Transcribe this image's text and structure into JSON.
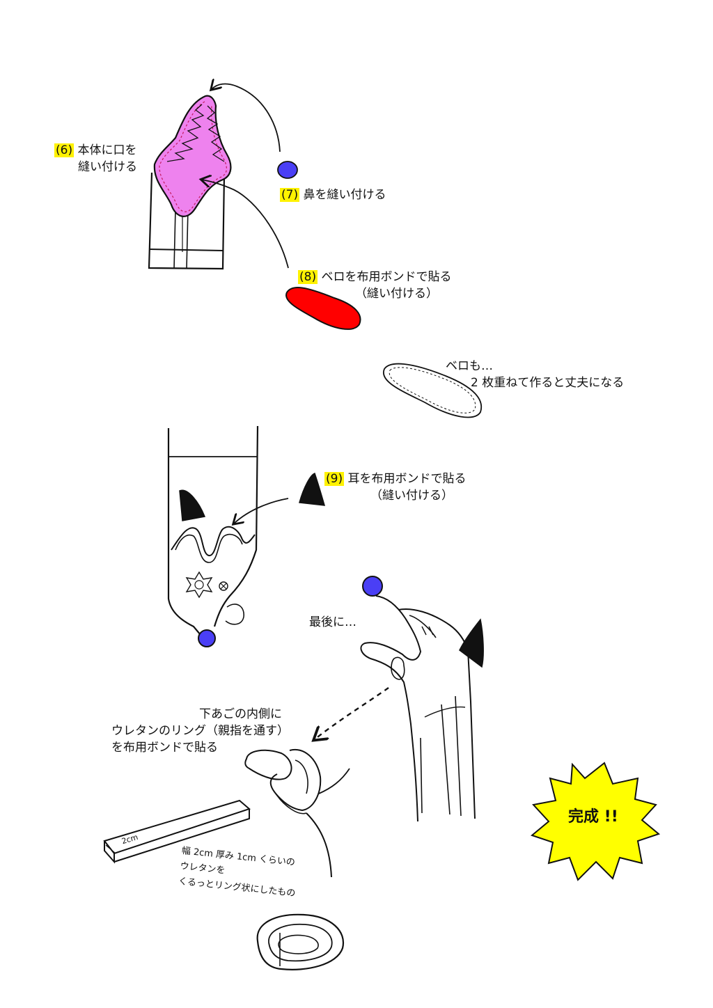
{
  "steps": {
    "s6": {
      "num": "(6)",
      "line1": "本体に口を",
      "line2": "縫い付ける"
    },
    "s7": {
      "num": "(7)",
      "text": "鼻を縫い付ける"
    },
    "s8": {
      "num": "(8)",
      "text": "ベロを布用ボンドで貼る",
      "sub": "（縫い付ける）"
    },
    "s9": {
      "num": "(9)",
      "text": "耳を布用ボンドで貼る",
      "sub": "（縫い付ける）"
    }
  },
  "tongue_note": {
    "line1": "ベロも…",
    "line2": "2 枚重ねて作ると丈夫になる"
  },
  "finally": "最後に…",
  "ring_note": {
    "line1": "下あごの内側に",
    "line2": "ウレタンのリング（親指を通す）",
    "line3": "を布用ボンドで貼る"
  },
  "urethane_note": {
    "line1": "幅 2cm 厚み 1cm くらいの",
    "line2": "ウレタンを",
    "line3": "くるっとリング状にしたもの"
  },
  "strip_dim": "2cm",
  "complete": "完成 !!",
  "colors": {
    "highlight": "#fff200",
    "mouth": "#ee82ee",
    "nose": "#4a3ff5",
    "tongue": "#ff0000",
    "ear": "#111111",
    "burst": "#ffff00"
  }
}
